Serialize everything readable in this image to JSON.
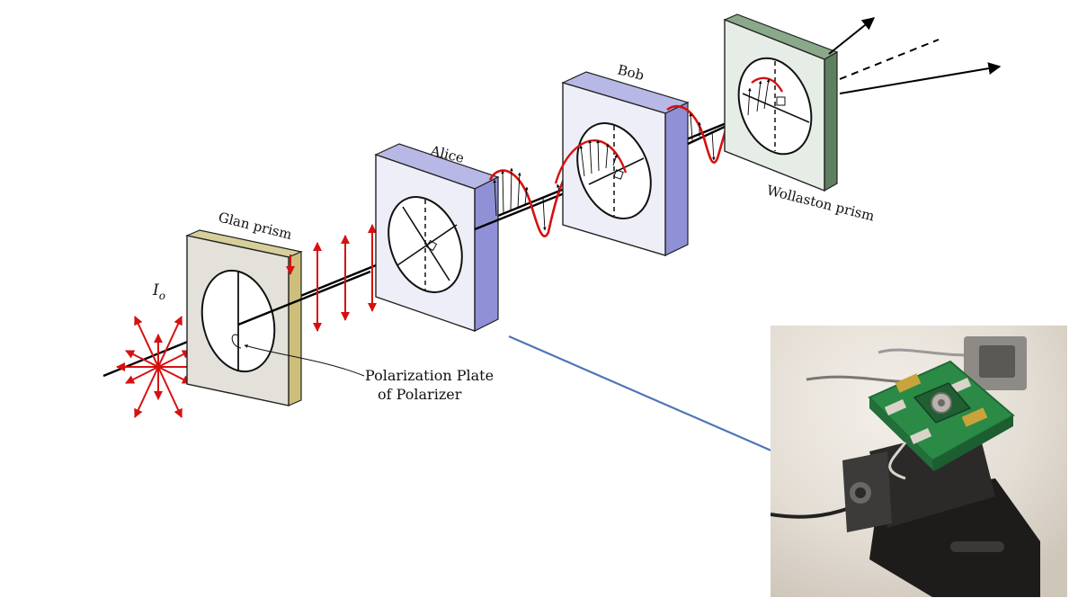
{
  "labels": {
    "source": "I",
    "source_sub": "o",
    "glan": "Glan prism",
    "alice": "Alice",
    "bob": "Bob",
    "wollaston": "Wollaston prism",
    "plate_line1": "Polarization Plate",
    "plate_line2": "of Polarizer"
  },
  "colors": {
    "wave": "#d61010",
    "beam": "#000000",
    "glan_side": "#cdbf7a",
    "glan_face": "#e3e1da",
    "plate_side": "#9090d6",
    "plate_face": "#eeeef8",
    "plate_top": "#b8b8e6",
    "woll_side": "#5e8060",
    "woll_face": "#e6ede6",
    "connector": "#4f74b8",
    "pcb": "#2c8a47",
    "gold": "#c9a43c"
  }
}
